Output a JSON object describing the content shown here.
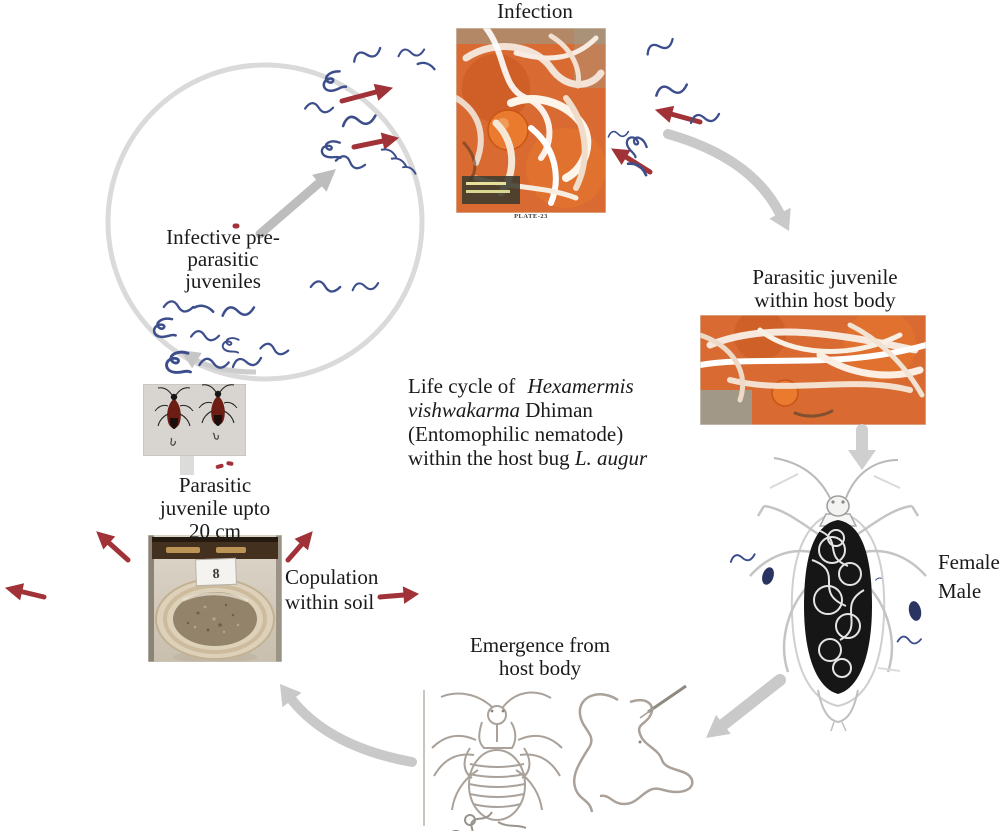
{
  "colors": {
    "arrow_red": "#a03238",
    "worm_blue": "#3d4e8c",
    "arrow_gray": "#c6c6c6",
    "circle_gray": "#dadada",
    "text": "#1a1a1a"
  },
  "labels": {
    "infection": "Infection",
    "infective_juveniles": [
      "Infective pre-",
      "parasitic",
      "juveniles"
    ],
    "parasitic_within": [
      "Parasitic juvenile",
      "within host body"
    ],
    "sex": [
      "Female",
      "Male"
    ],
    "emergence": [
      "Emergence from",
      "host body"
    ],
    "copulation": [
      "Copulation",
      "within soil"
    ],
    "parasitic_upto": [
      "Parasitic",
      "juvenile upto",
      "20 cm"
    ]
  },
  "center_caption": {
    "line1_roman": "Life cycle of ",
    "line1_italic": "Hexamermis",
    "line2_italic": "vishwakarma",
    "line2_roman": " Dhiman",
    "line3": "(Entomophilic nematode)",
    "line4_roman": "within the host bug ",
    "line4_italic": "L. augur"
  },
  "photos": {
    "infection_plate_caption": "PLATE-23",
    "soil_dish_label": "8"
  }
}
